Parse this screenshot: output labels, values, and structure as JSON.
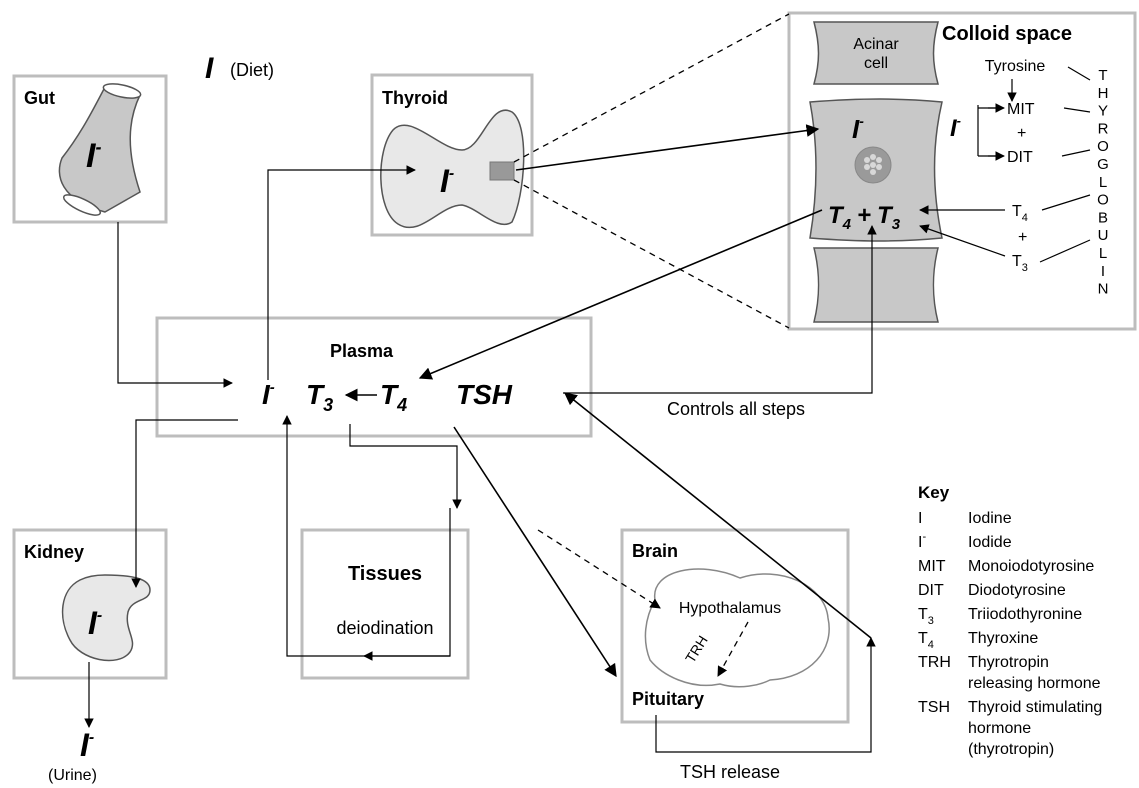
{
  "organs": {
    "gut": {
      "label": "Gut",
      "ion": "I",
      "sup": "-"
    },
    "diet": {
      "symbol": "I",
      "label": "(Diet)"
    },
    "thyroid": {
      "label": "Thyroid",
      "ion": "I",
      "sup": "-"
    },
    "plasma": {
      "label": "Plasma",
      "i": "I",
      "i_sup": "-",
      "t3": "T",
      "t3_sub": "3",
      "t4": "T",
      "t4_sub": "4",
      "tsh": "TSH"
    },
    "kidney": {
      "label": "Kidney",
      "ion": "I",
      "sup": "-"
    },
    "urine": {
      "ion": "I",
      "sup": "-",
      "label": "(Urine)"
    },
    "tissues": {
      "label": "Tissues",
      "sublabel": "deiodination"
    },
    "brain": {
      "label": "Brain",
      "hypothalamus": "Hypothalamus",
      "trh": "TRH",
      "pituitary": "Pituitary"
    }
  },
  "colloid": {
    "title": "Colloid space",
    "acinar": [
      "Acinar",
      "cell"
    ],
    "tyrosine": "Tyrosine",
    "i": "I",
    "i_sup": "-",
    "i2": "I",
    "i2_sup": "-",
    "mit": "MIT",
    "plus": "+",
    "dit": "DIT",
    "t4": "T",
    "t4_sub": "4",
    "plus2": "+",
    "t3": "T",
    "t3_sub": "3",
    "t4b": "T",
    "t4b_sub": "4",
    "plus3": "+",
    "t3b": "T",
    "t3b_sub": "3",
    "thyroglobulin": [
      "T",
      "H",
      "Y",
      "R",
      "O",
      "G",
      "L",
      "O",
      "B",
      "U",
      "L",
      "I",
      "N"
    ]
  },
  "labels": {
    "controls": "Controls all steps",
    "tsh_release": "TSH release"
  },
  "key": {
    "title": "Key",
    "items": [
      {
        "abbr": "I",
        "sup": "",
        "sub": "",
        "desc": [
          "Iodine"
        ]
      },
      {
        "abbr": "I",
        "sup": "-",
        "sub": "",
        "desc": [
          "Iodide"
        ]
      },
      {
        "abbr": "MIT",
        "sup": "",
        "sub": "",
        "desc": [
          "Monoiodotyrosine"
        ]
      },
      {
        "abbr": "DIT",
        "sup": "",
        "sub": "",
        "desc": [
          "Diodotyrosine"
        ]
      },
      {
        "abbr": "T",
        "sup": "",
        "sub": "3",
        "desc": [
          "Triiodothyronine"
        ]
      },
      {
        "abbr": "T",
        "sup": "",
        "sub": "4",
        "desc": [
          "Thyroxine"
        ]
      },
      {
        "abbr": "TRH",
        "sup": "",
        "sub": "",
        "desc": [
          "Thyrotropin",
          "releasing hormone"
        ]
      },
      {
        "abbr": "TSH",
        "sup": "",
        "sub": "",
        "desc": [
          "Thyroid stimulating",
          "hormone",
          "(thyrotropin)"
        ]
      }
    ]
  }
}
